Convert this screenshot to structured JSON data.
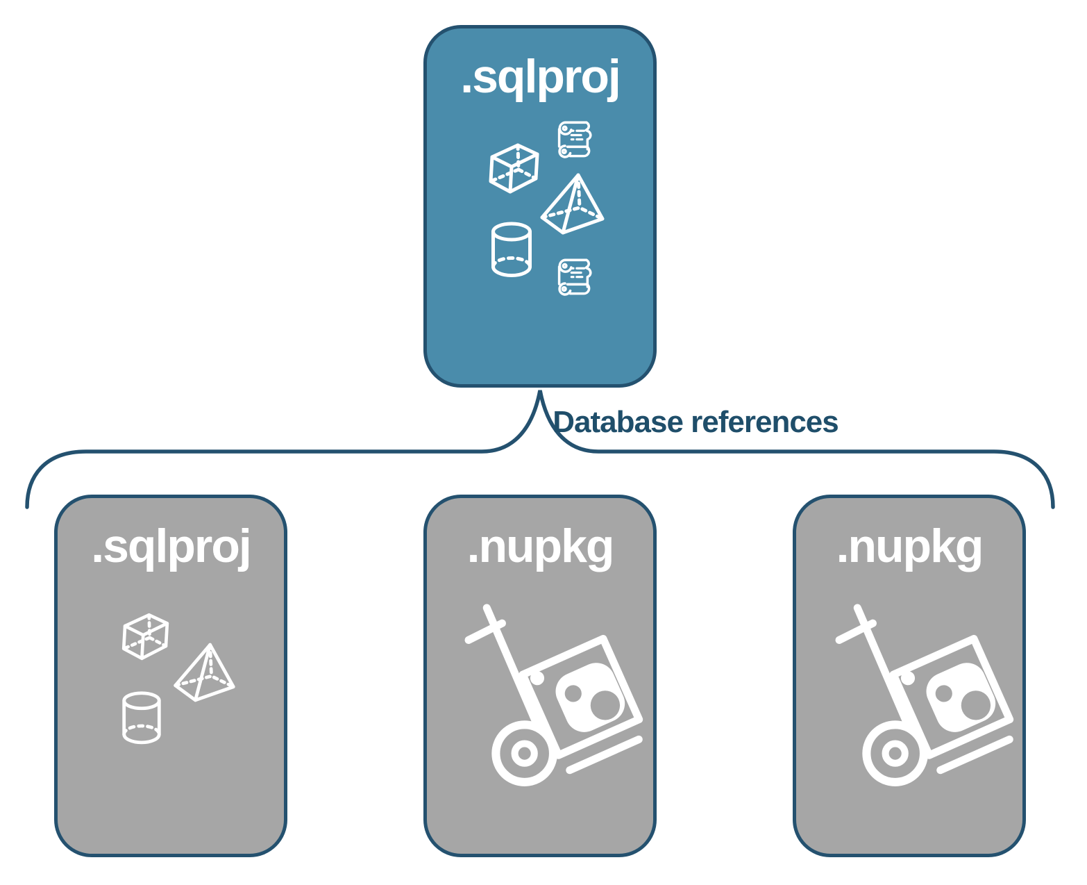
{
  "diagram": {
    "label": "Database references",
    "root_card": {
      "title": ".sqlproj",
      "icons": [
        "cube-icon",
        "scroll-icon",
        "pyramid-icon",
        "cylinder-icon",
        "scroll-icon"
      ]
    },
    "child_cards": [
      {
        "title": ".sqlproj",
        "icons": [
          "cube-icon",
          "pyramid-icon",
          "cylinder-icon"
        ]
      },
      {
        "title": ".nupkg",
        "icons": [
          "nuget-dolly-icon"
        ]
      },
      {
        "title": ".nupkg",
        "icons": [
          "nuget-dolly-icon"
        ]
      }
    ],
    "colors": {
      "root_fill": "#4A8CAB",
      "child_fill": "#A6A6A6",
      "border": "#24516F",
      "label_text": "#1F4E6A",
      "icon_stroke": "#FFFFFF",
      "background": "#FFFFFF"
    }
  }
}
